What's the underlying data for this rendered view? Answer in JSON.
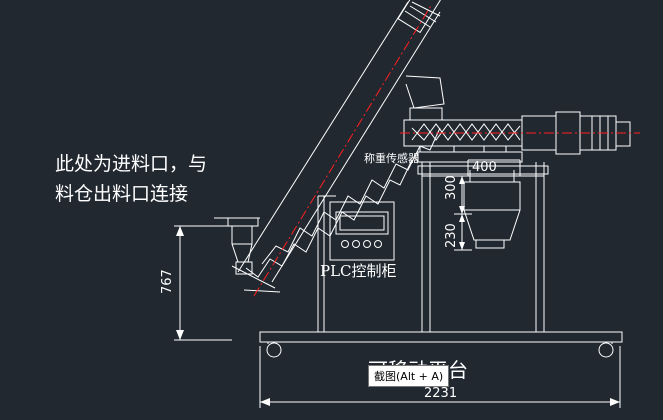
{
  "annotations": {
    "inlet_note_line1": "此处为进料口，与",
    "inlet_note_line2": "料仓出料口连接",
    "sensor_label": "称重传感器",
    "plc_label": "PLC控制柜",
    "platform_label": "可移动平台"
  },
  "dimensions": {
    "height_767": "767",
    "width_400": "400",
    "height_300": "300",
    "height_230": "230",
    "length_2231": "2231"
  },
  "tooltip": {
    "text": "截图(Alt + A)"
  },
  "colors": {
    "background": "#212830",
    "lines": "#ffffff",
    "centerline": "#ff2020"
  }
}
